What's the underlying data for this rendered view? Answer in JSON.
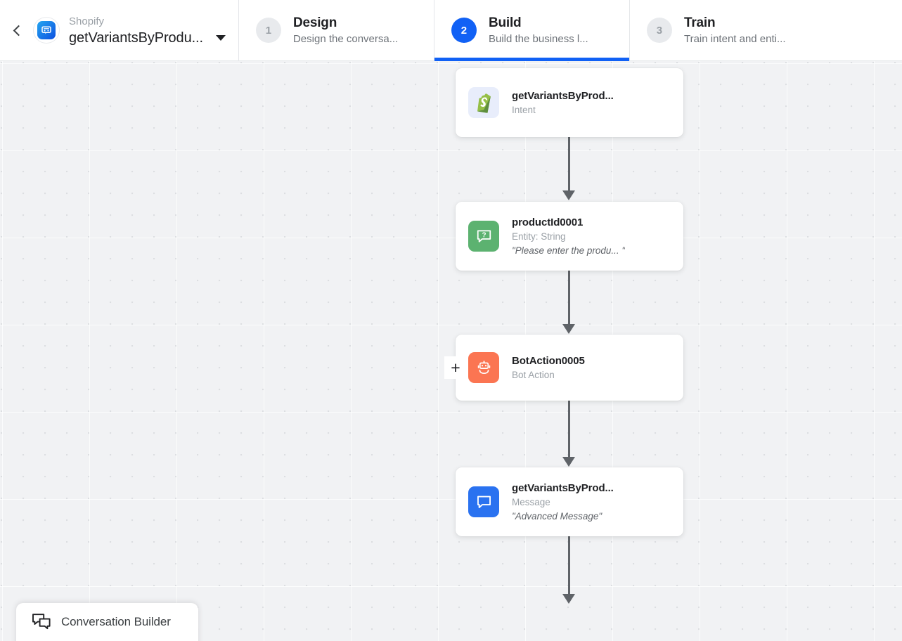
{
  "header": {
    "back_icon": "chevron-left-icon",
    "brand": {
      "logo_icon": "chatbot-app-icon",
      "subtitle": "Shopify",
      "title": "getVariantsByProdu...",
      "dropdown_icon": "caret-down-icon"
    },
    "tabs": [
      {
        "number": "1",
        "title": "Design",
        "desc": "Design the conversa...",
        "active": false
      },
      {
        "number": "2",
        "title": "Build",
        "desc": "Build the business l...",
        "active": true
      },
      {
        "number": "3",
        "title": "Train",
        "desc": "Train intent and enti...",
        "active": false
      }
    ]
  },
  "canvas": {
    "nodes": [
      {
        "title": "getVariantsByProd...",
        "subtitle": "Intent",
        "quote": "",
        "icon": "shopify-logo-icon",
        "icon_style": "shopify",
        "has_plus": false
      },
      {
        "title": "productId0001",
        "subtitle": "Entity: String",
        "quote": "\"Please enter the produ... \"",
        "icon": "question-bubble-icon",
        "icon_style": "entity",
        "has_plus": false
      },
      {
        "title": "BotAction0005",
        "subtitle": "Bot Action",
        "quote": "",
        "icon": "robot-icon",
        "icon_style": "action",
        "has_plus": true,
        "plus_label": "+"
      },
      {
        "title": "getVariantsByProd...",
        "subtitle": "Message",
        "quote": "\"Advanced Message\"",
        "icon": "message-bubble-icon",
        "icon_style": "message",
        "has_plus": false
      }
    ]
  },
  "conversation_builder": {
    "icon": "chat-bubbles-icon",
    "label": "Conversation Builder"
  },
  "colors": {
    "accent_blue": "#1161f5",
    "entity_green": "#5cb270",
    "action_orange": "#fb7552",
    "message_blue": "#2a72f0",
    "canvas_bg": "#f1f2f4",
    "connector_gray": "#5f6368"
  }
}
